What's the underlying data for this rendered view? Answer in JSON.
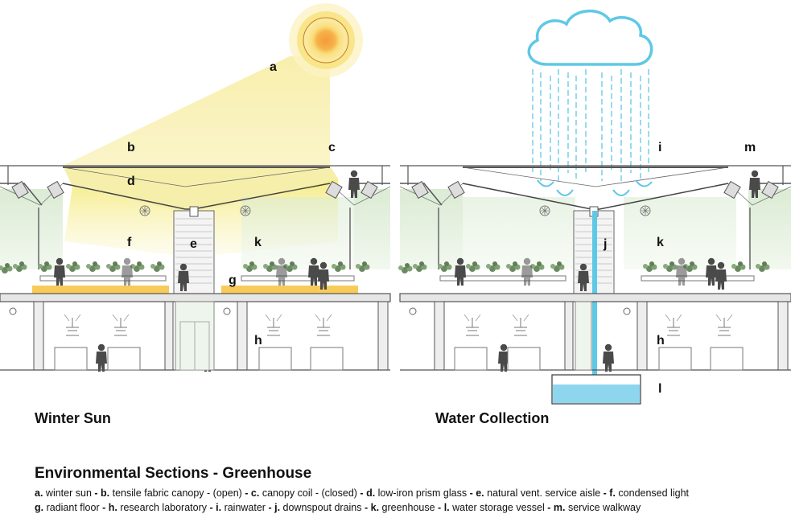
{
  "panels": [
    {
      "title": "Winter Sun",
      "labels": [
        "a",
        "b",
        "c",
        "d",
        "e",
        "f",
        "k",
        "g",
        "h"
      ]
    },
    {
      "title": "Water Collection",
      "labels": [
        "i",
        "m",
        "j",
        "k",
        "h",
        "l"
      ]
    }
  ],
  "caption": {
    "title": "Environmental Sections - Greenhouse",
    "line1": [
      {
        "key": "a.",
        "text": "winter sun"
      },
      {
        "key": "b.",
        "text": "tensile fabric canopy - (open)"
      },
      {
        "key": "c.",
        "text": "canopy coil - (closed)"
      },
      {
        "key": "d.",
        "text": "low-iron prism glass"
      },
      {
        "key": "e.",
        "text": "natural vent. service aisle"
      },
      {
        "key": "f.",
        "text": "condensed light"
      }
    ],
    "line2": [
      {
        "key": "g.",
        "text": "radiant floor"
      },
      {
        "key": "h.",
        "text": "research laboratory"
      },
      {
        "key": "i.",
        "text": "rainwater"
      },
      {
        "key": "j.",
        "text": "downspout drains"
      },
      {
        "key": "k.",
        "text": "greenhouse"
      },
      {
        "key": "l.",
        "text": "water storage vessel"
      },
      {
        "key": "m.",
        "text": "service walkway"
      }
    ],
    "separator": " - "
  },
  "colors": {
    "sun_glow": "#f6e89a",
    "sun_core": "#f39a3a",
    "light_cone": "#f7f0b0",
    "radiant_floor": "#f7c23c",
    "rain": "#5fc8e6",
    "water_vessel": "#8ed6ee",
    "greenhouse_glass": "#eaf4e4",
    "structure": "#555555"
  },
  "icons": [
    "sun-icon",
    "cloud-icon",
    "rain-icon",
    "human-figure-icon",
    "plant-icon",
    "fan-icon",
    "lamp-icon"
  ]
}
